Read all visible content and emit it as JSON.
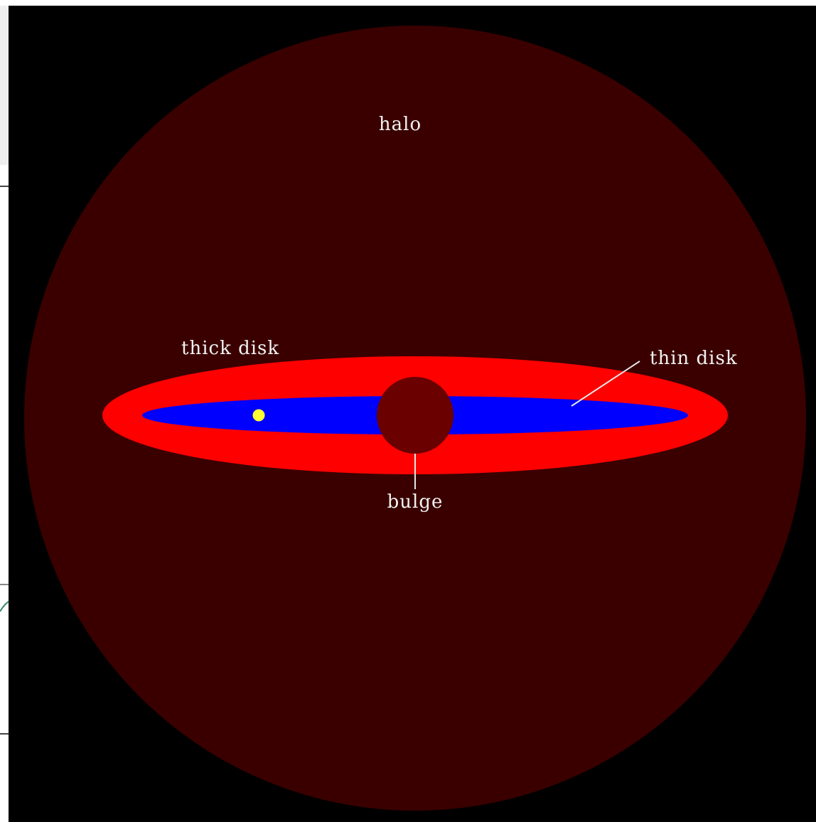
{
  "diagram": {
    "labels": {
      "halo": "halo",
      "thick_disk": "thick disk",
      "thin_disk": "thin disk",
      "bulge": "bulge"
    },
    "colors": {
      "background": "#000000",
      "halo": "#3a0000",
      "thick_disk": "#ff0000",
      "thin_disk": "#0000ff",
      "bulge": "#6a0000",
      "sun_marker": "#ffff33",
      "leader_line": "#e6e6e6"
    }
  }
}
